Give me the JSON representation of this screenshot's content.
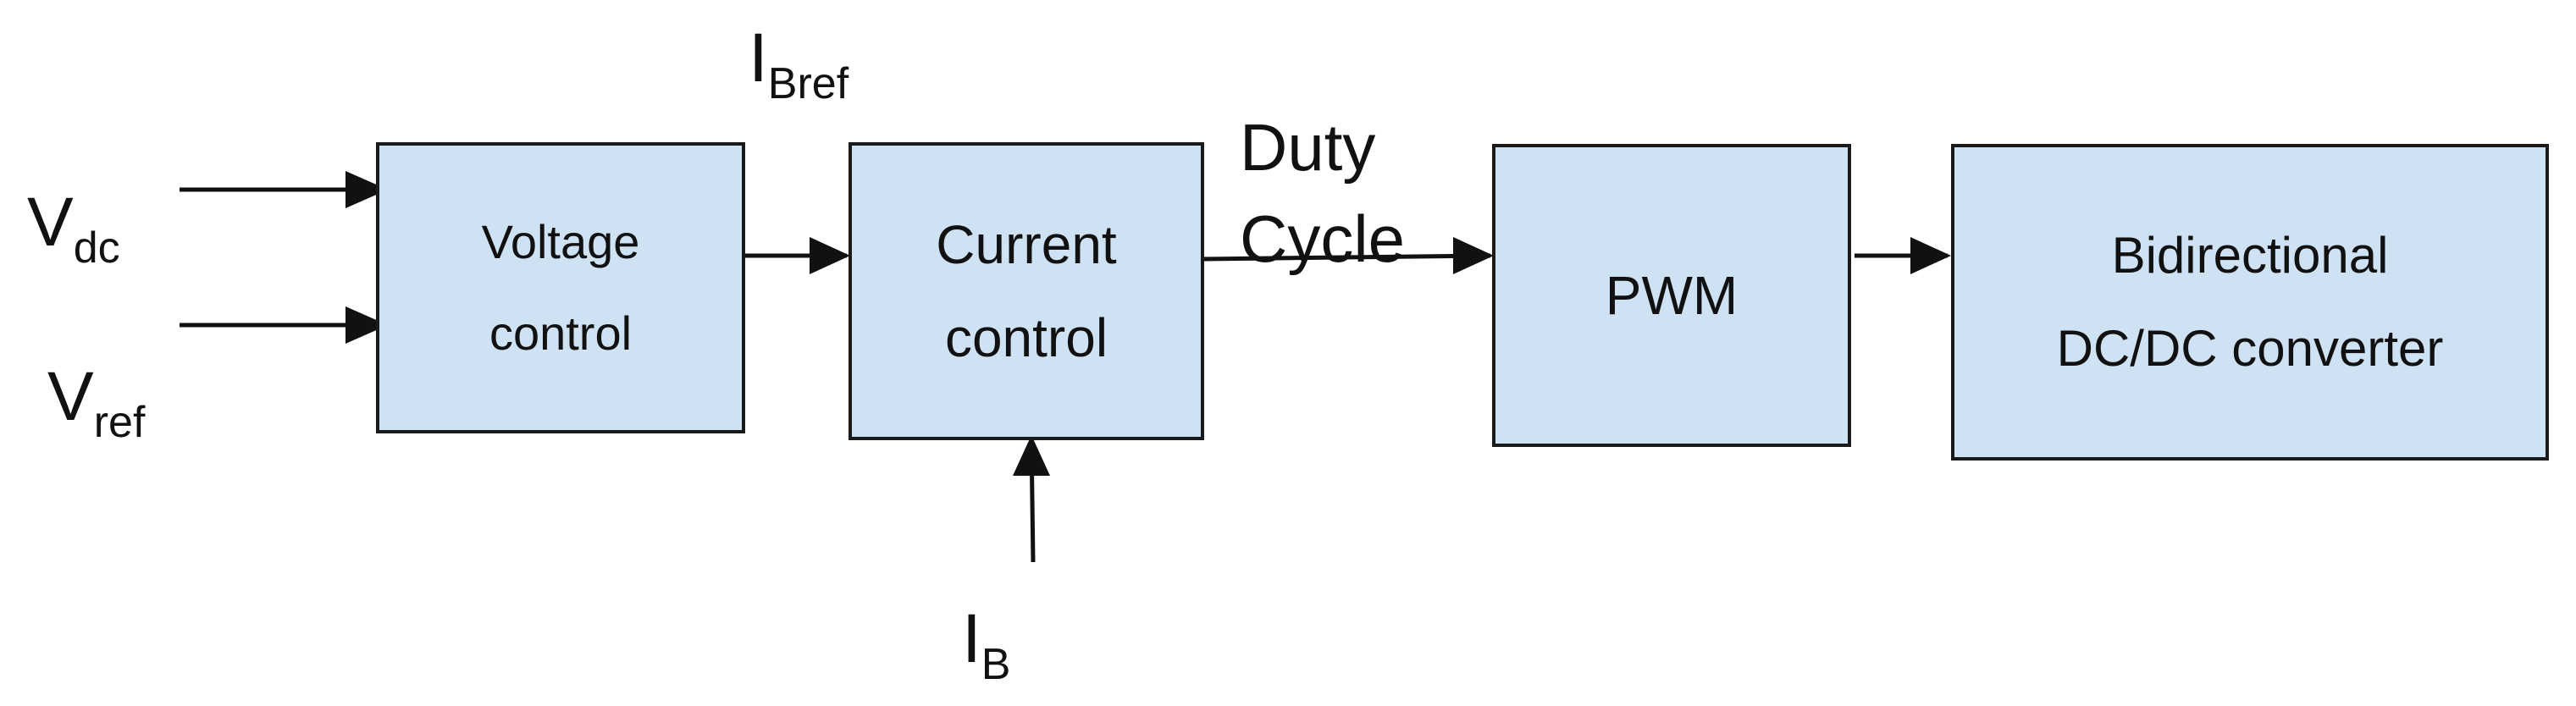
{
  "colors": {
    "block_fill": "#cfe2f3",
    "block_border": "#1a1a1a",
    "line": "#111111"
  },
  "blocks": {
    "voltage_control": {
      "line1": "Voltage",
      "line2": "control"
    },
    "current_control": {
      "line1": "Current",
      "line2": "control"
    },
    "pwm": {
      "line1": "PWM"
    },
    "converter": {
      "line1": "Bidirectional",
      "line2": "DC/DC converter"
    }
  },
  "signals": {
    "vdc": {
      "main": "V",
      "sub": "dc"
    },
    "vref": {
      "main": "V",
      "sub": "ref"
    },
    "ibref": {
      "main": "I",
      "sub": "Bref"
    },
    "ib": {
      "main": "I",
      "sub": "B"
    },
    "duty_cycle": {
      "line1": "Duty",
      "line2": "Cycle"
    }
  }
}
